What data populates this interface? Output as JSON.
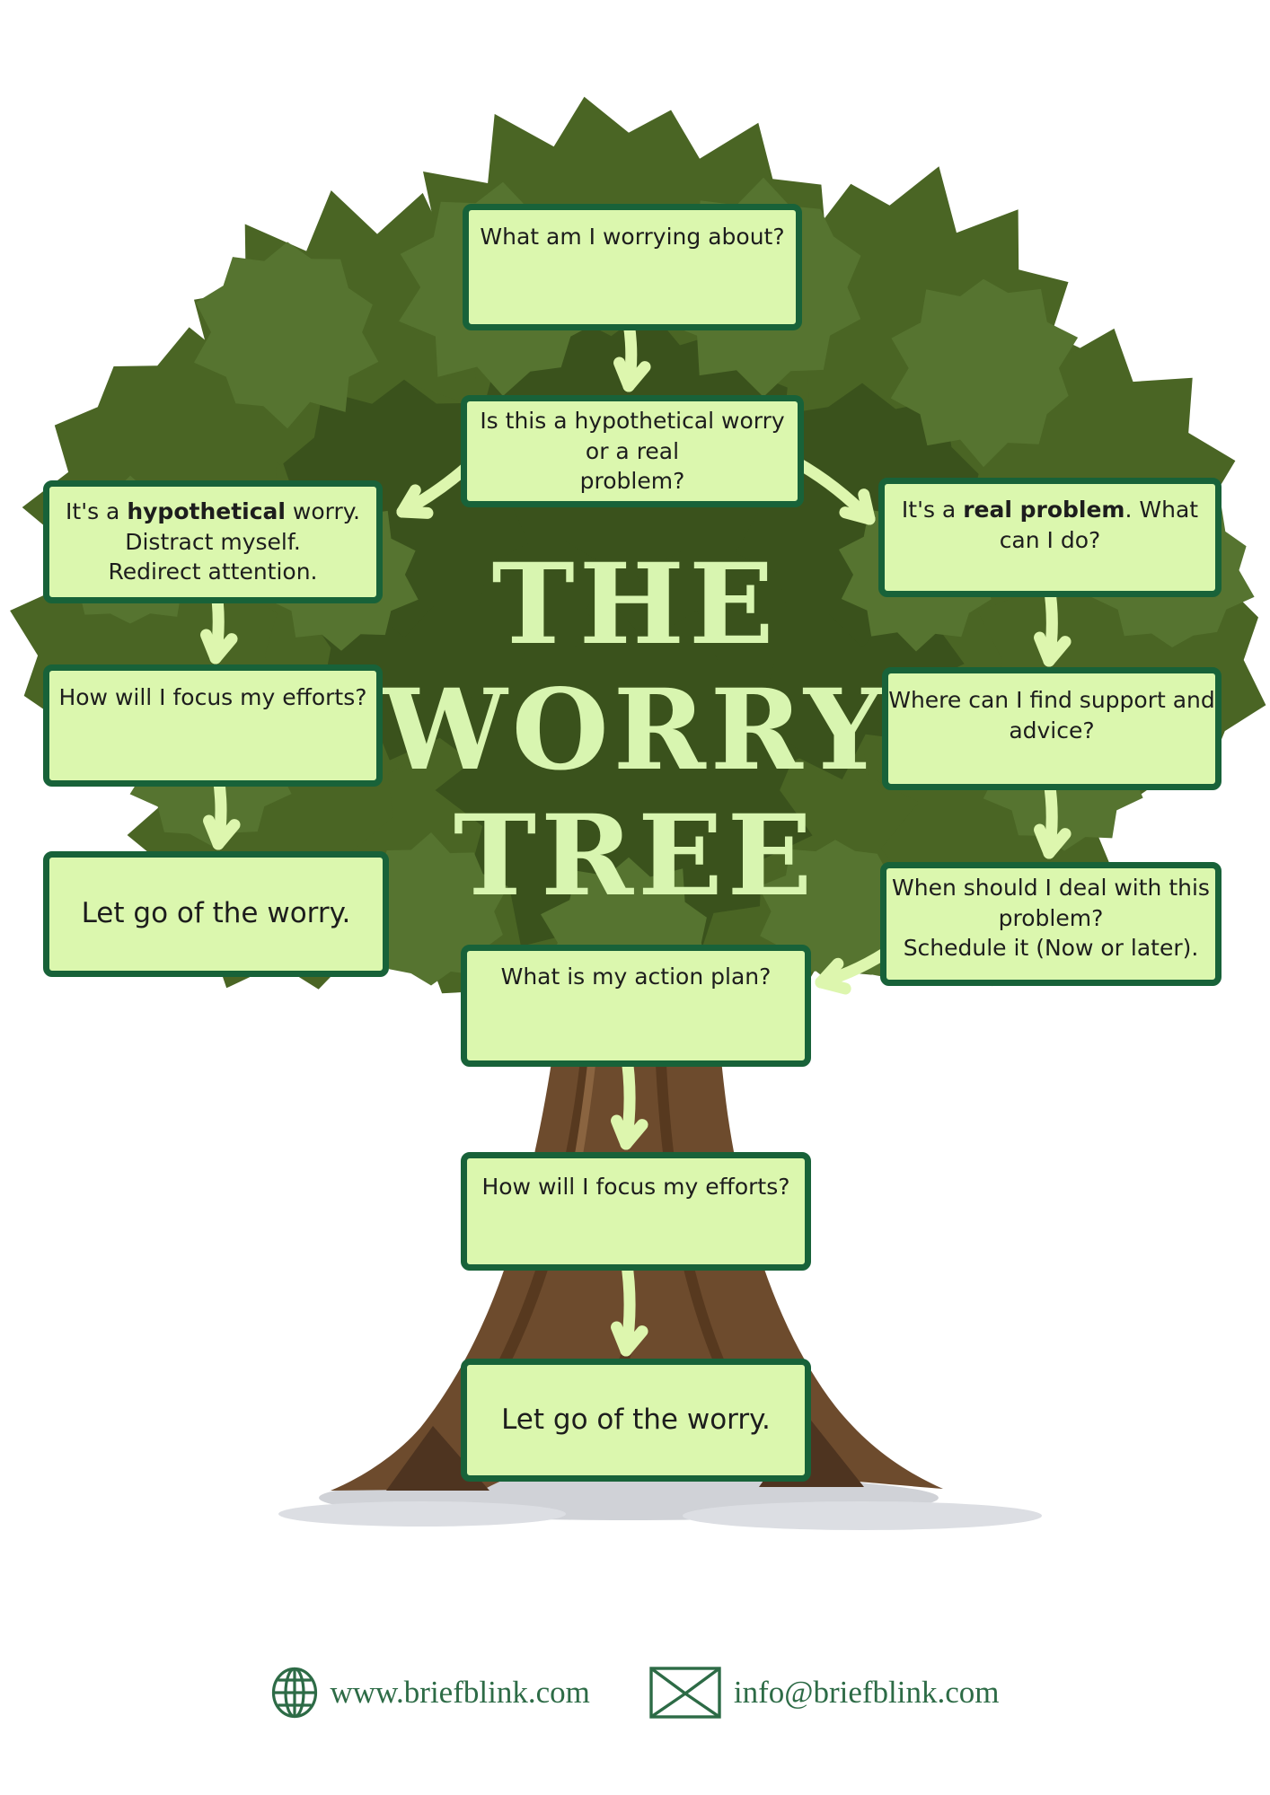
{
  "title": {
    "line1": "THE",
    "line2": "WORRY",
    "line3": "TREE"
  },
  "flow": {
    "worrying": "What am I worrying about?",
    "hyp_or_real": "Is this a hypothetical worry or a real\nproblem?",
    "its_hypothetical": [
      {
        "t": "It's a "
      },
      {
        "t": "hypothetical",
        "b": true
      },
      {
        "t": " worry.\nDistract myself.\nRedirect attention."
      }
    ],
    "its_real": [
      {
        "t": "It's a "
      },
      {
        "t": "real problem",
        "b": true
      },
      {
        "t": ". What can I do?"
      }
    ],
    "how_focus_left": "How will I focus my efforts?",
    "where_support": "Where can I find support and advice?",
    "let_go_left": "Let go of the worry.",
    "when_deal": "When should I deal with this problem?\nSchedule it (Now or later).",
    "action_plan": "What is my action plan?",
    "how_focus_center": "How will I focus my efforts?",
    "let_go_center": "Let go of the worry."
  },
  "footer": {
    "website": "www.briefblink.com",
    "email": "info@briefblink.com",
    "globe_icon": "globe-icon",
    "envelope_icon": "envelope-icon"
  },
  "colors": {
    "box_fill": "#dbf7ae",
    "box_border": "#186239",
    "arrow": "#ddf6ae",
    "title_text": "#d8f5b0",
    "canopy": "#4a6524",
    "canopy_dark": "#3a521c",
    "canopy_light": "#567430",
    "trunk": "#6d4b2d",
    "footer_text": "#2d6b46",
    "body_text": "#1d1d1d"
  }
}
